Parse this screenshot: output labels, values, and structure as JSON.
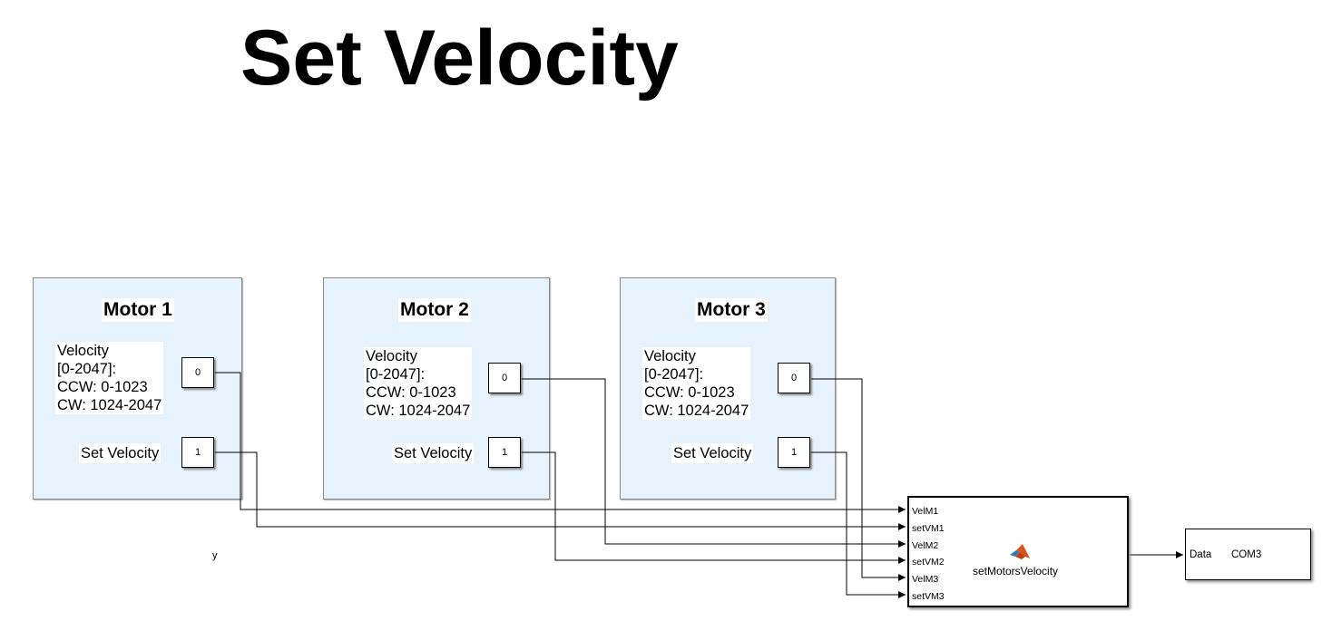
{
  "title": "Set Velocity",
  "motors": [
    {
      "name": "Motor 1",
      "annotation": "Velocity\n[0-2047]:\nCCW: 0-1023\nCW: 1024-2047",
      "set_label": "Set Velocity",
      "vel_port": "0",
      "set_port": "1"
    },
    {
      "name": "Motor 2",
      "annotation": "Velocity\n[0-2047]:\nCCW: 0-1023\nCW: 1024-2047",
      "set_label": "Set Velocity",
      "vel_port": "0",
      "set_port": "1"
    },
    {
      "name": "Motor 3",
      "annotation": "Velocity\n[0-2047]:\nCCW: 0-1023\nCW: 1024-2047",
      "set_label": "Set Velocity",
      "vel_port": "0",
      "set_port": "1"
    }
  ],
  "function_block": {
    "name": "setMotorsVelocity",
    "icon": "matlab-function-icon",
    "inputs": [
      "VelM1",
      "setVM1",
      "VelM2",
      "setVM2",
      "VelM3",
      "setVM3"
    ],
    "output": "y"
  },
  "serial_block": {
    "input": "Data",
    "port": "COM3"
  },
  "colors": {
    "area_fill": "#e6f3fd",
    "matlab_orange": "#d9541a",
    "matlab_blue": "#2a7bbf"
  }
}
